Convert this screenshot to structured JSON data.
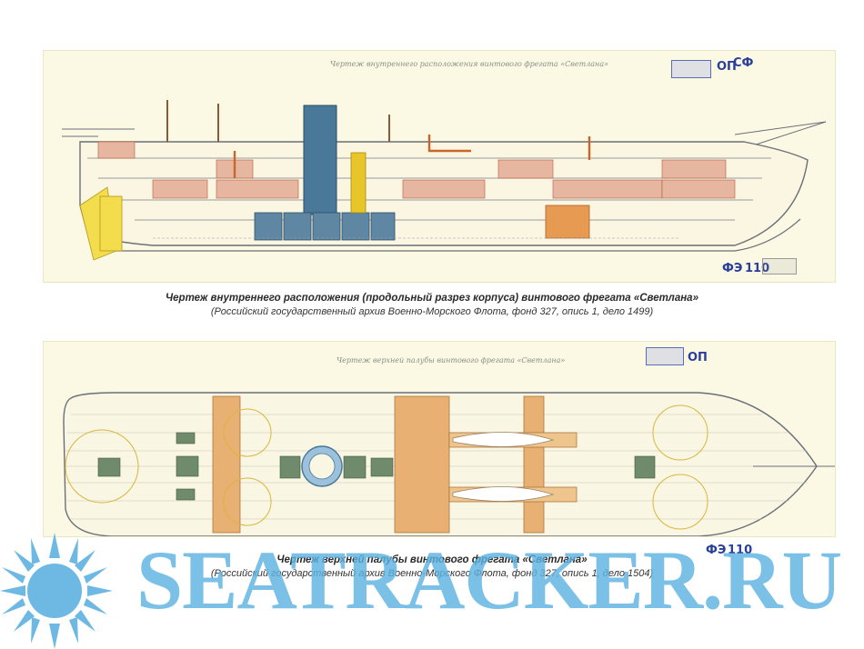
{
  "drawings": [
    {
      "id": "longitudinal-section",
      "handwritten_title": "Чертеж внутреннего расположения винтового фрегата «Светлана»",
      "stamps": [
        "ОП",
        "СФ",
        "ФЭ",
        "110"
      ],
      "caption_title": "Чертеж внутреннего расположения (продольный разрез корпуса) винтового фрегата «Светлана»",
      "caption_source": "(Российский государственный архив Военно-Морского Флота, фонд 327, опись 1, дело 1499)"
    },
    {
      "id": "upper-deck-plan",
      "handwritten_title": "Чертеж верхней палубы винтового фрегата «Светлана»",
      "stamps": [
        "ОП",
        "ФЭ",
        "110"
      ],
      "caption_title": "Чертеж верхней палубы винтового фрегата «Светлана»",
      "caption_source": "(Российский государственный архив Военно-Морского Флота, фонд 327, опись 1, дело 1504)"
    }
  ],
  "watermark": {
    "text": "SEATRACKER.RU",
    "color": "#5eb2e0",
    "logo": "sun-icon"
  },
  "colors": {
    "paper": "#fbf8e4",
    "hull_line": "#6b6f78",
    "machinery": "#3e6e92",
    "yellow_fittings": "#e8c62a",
    "wood_deck": "#e2a25a",
    "cabins": "#c9764c"
  }
}
